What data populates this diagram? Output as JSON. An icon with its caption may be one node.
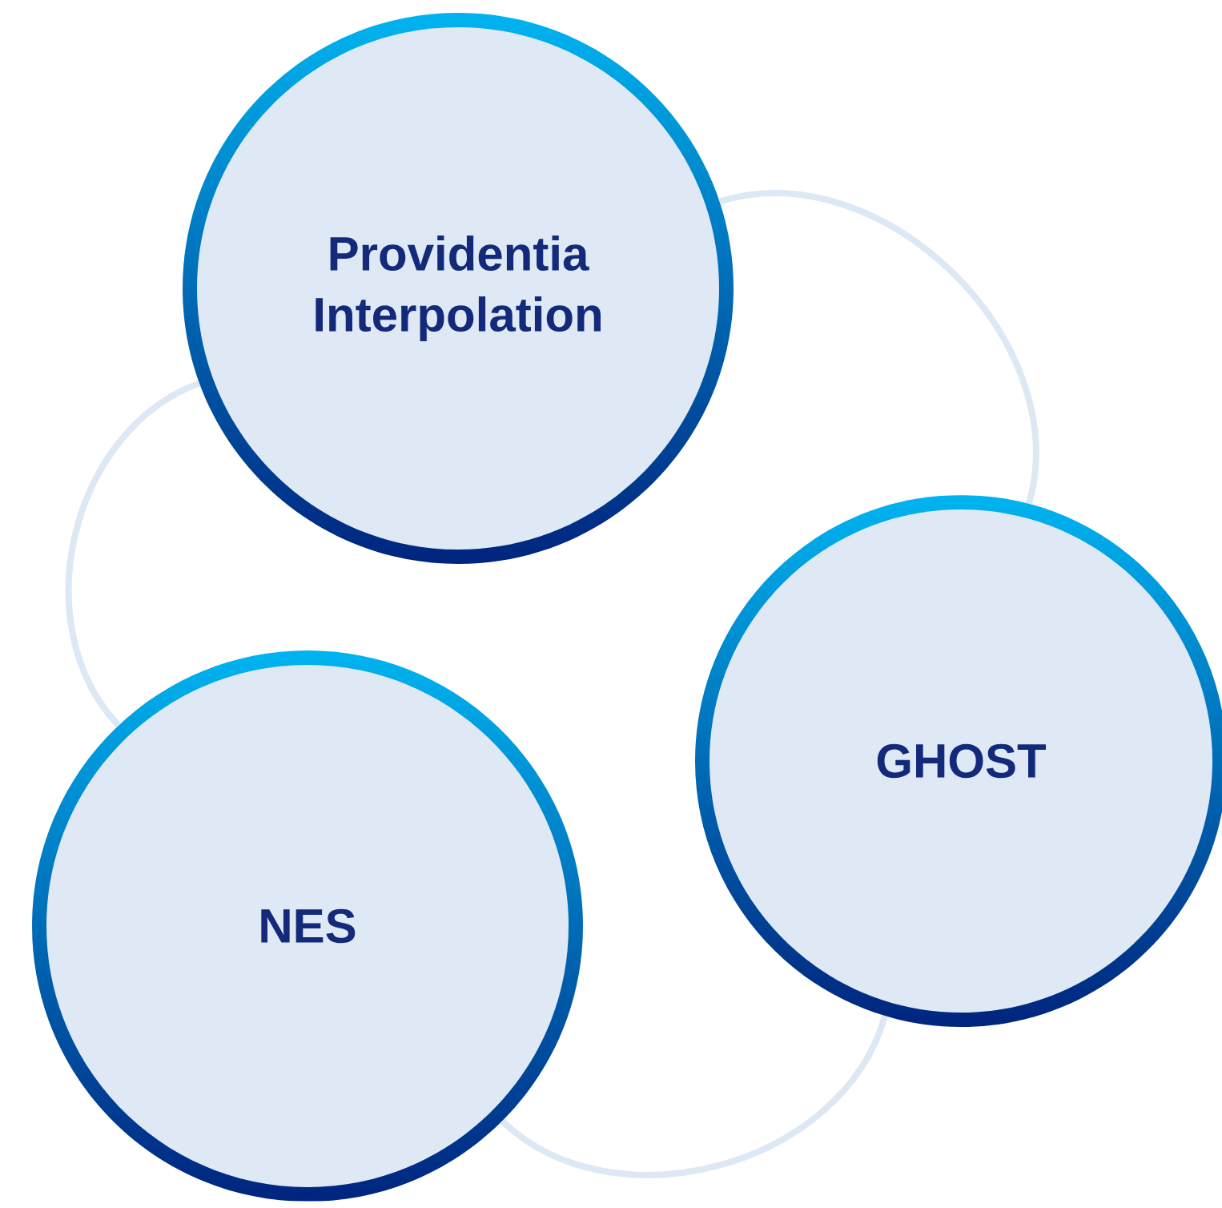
{
  "diagram": {
    "nodes": [
      {
        "text": [
          "Providentia Interpolation"
        ]
      },
      {
        "text": [
          "GHOST"
        ]
      },
      {
        "text": [
          "NES"
        ]
      }
    ],
    "edges": [
      {
        "from": 0,
        "to": 1,
        "arrow": "none"
      },
      {
        "from": 1,
        "to": 2,
        "arrow": "none"
      },
      {
        "from": 2,
        "to": 0,
        "arrow": "none"
      }
    ]
  }
}
